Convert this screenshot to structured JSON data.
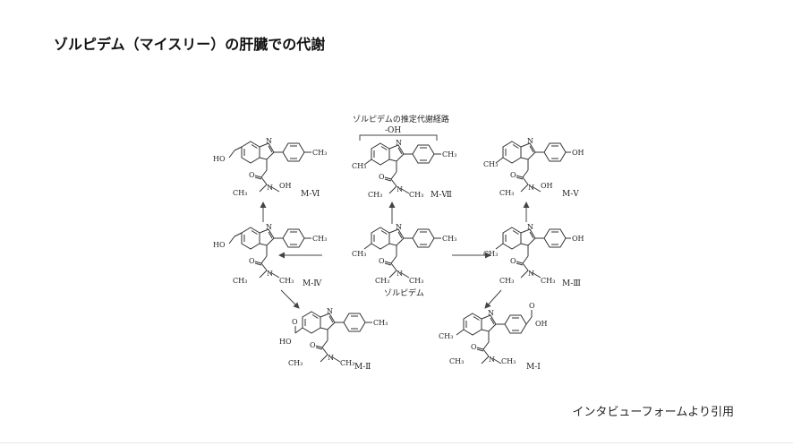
{
  "slide": {
    "title": "ゾルピデム（マイスリー）の肝臓での代謝",
    "citation": "インタビューフォームより引用"
  },
  "diagram": {
    "heading": "ゾルピデムの推定代謝経路",
    "bracket_label": "-OH",
    "compounds": {
      "center": {
        "name": "ゾルピデム",
        "left_sub": "CH₃",
        "right_sub": "CH₃",
        "amide": "N",
        "amide_left": "CH₃",
        "amide_right": "CH₃",
        "carbonyl": "O"
      },
      "m4": {
        "label": "M-Ⅳ",
        "left_sub": "HO",
        "right_sub": "CH₃",
        "amide": "N",
        "amide_left": "CH₃",
        "amide_right": "CH₃",
        "carbonyl": "O"
      },
      "m3": {
        "label": "M-Ⅲ",
        "left_sub": "CH₃",
        "right_sub": "OH",
        "amide": "N",
        "amide_left": "CH₃",
        "amide_right": "CH₃",
        "carbonyl": "O"
      },
      "m6": {
        "label": "M-Ⅵ",
        "left_sub": "HO",
        "right_sub": "CH₃",
        "amide": "N",
        "amide_left": "CH₃",
        "amide_right": "OH",
        "carbonyl": "O"
      },
      "m7": {
        "label": "M-Ⅶ",
        "left_sub": "CH₃",
        "right_sub": "CH₃",
        "amide": "N",
        "amide_left": "CH₃",
        "amide_right": "CH₃",
        "carbonyl": "O"
      },
      "m5": {
        "label": "M-Ⅴ",
        "left_sub": "CH₃",
        "right_sub": "OH",
        "amide": "N",
        "amide_left": "CH₃",
        "amide_right": "OH",
        "carbonyl": "O"
      },
      "m2": {
        "label": "M-Ⅱ",
        "left_sub": "HO",
        "right_sub": "CH₃",
        "acid_o": "O",
        "amide": "N",
        "amide_left": "CH₃",
        "amide_right": "CH₃",
        "carbonyl": "O"
      },
      "m1": {
        "label": "M-Ⅰ",
        "left_sub": "CH₃",
        "right_sub": "OH",
        "acid_o": "O",
        "amide": "N",
        "amide_left": "CH₃",
        "amide_right": "CH₃",
        "carbonyl": "O"
      }
    },
    "ring_atoms": {
      "n_top": "N",
      "n_bridge": "N"
    }
  }
}
